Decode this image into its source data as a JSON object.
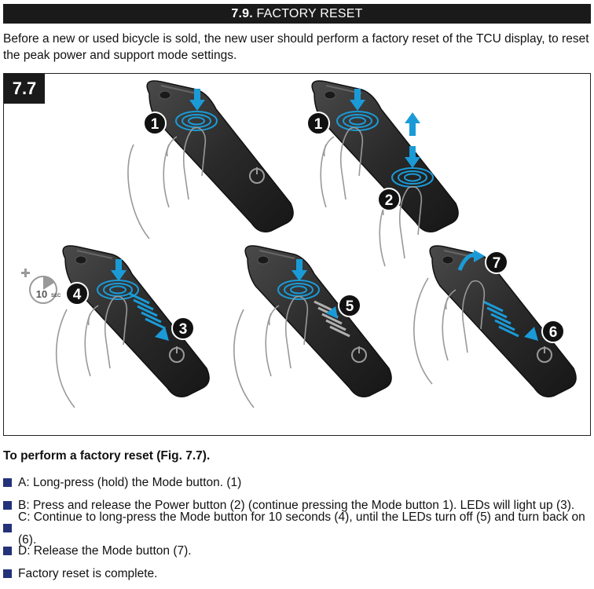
{
  "section": {
    "number": "7.9.",
    "title": "FACTORY RESET"
  },
  "intro": "Before a new or used bicycle is sold, the new user should perform a factory reset of the TCU display, to reset the peak power and support mode settings.",
  "figure": {
    "label": "7.7",
    "timer_text": "10",
    "timer_unit": "SEC",
    "callouts": [
      "1",
      "1",
      "2",
      "4",
      "3",
      "5",
      "7",
      "6"
    ]
  },
  "colors": {
    "accent": "#1a9bd7",
    "bullet": "#24327a",
    "device": "#2b2b2b"
  },
  "steps_title": "To perform a factory reset (Fig. 7.7).",
  "steps": [
    "A: Long-press (hold) the Mode button. (1)",
    "B: Press and release the Power button (2) (continue pressing the Mode button 1). LEDs will light up (3).",
    "C: Continue to long-press the Mode button for 10 seconds (4), until the LEDs turn off (5) and turn back on (6).",
    "D: Release the Mode button (7).",
    "Factory reset is complete."
  ]
}
